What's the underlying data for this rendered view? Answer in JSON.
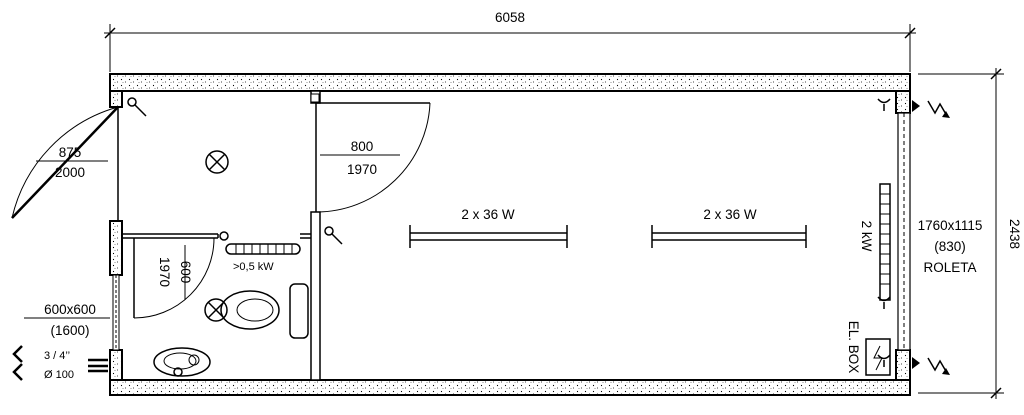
{
  "dimensions": {
    "overall_length": "6058",
    "overall_width": "2438"
  },
  "doors": {
    "entrance": {
      "width": "875",
      "height": "2000"
    },
    "interior": {
      "width": "800",
      "height": "1970"
    },
    "wc": {
      "width": "600",
      "height": "1970"
    }
  },
  "windows": {
    "wc_window": {
      "size": "600x600",
      "sill": "(1600)"
    },
    "main_window": {
      "size": "1760x1115",
      "sill": "(830)",
      "shutter": "ROLETA"
    }
  },
  "fixtures": {
    "light_1": "2 x 36 W",
    "light_2": "2 x 36 W",
    "wc_heater": ">0,5 kW",
    "room_heater": "2 kW",
    "electrical_box": "EL. BOX"
  },
  "plumbing": {
    "water_inlet": "3 / 4’’",
    "drain": "Ø 100"
  }
}
